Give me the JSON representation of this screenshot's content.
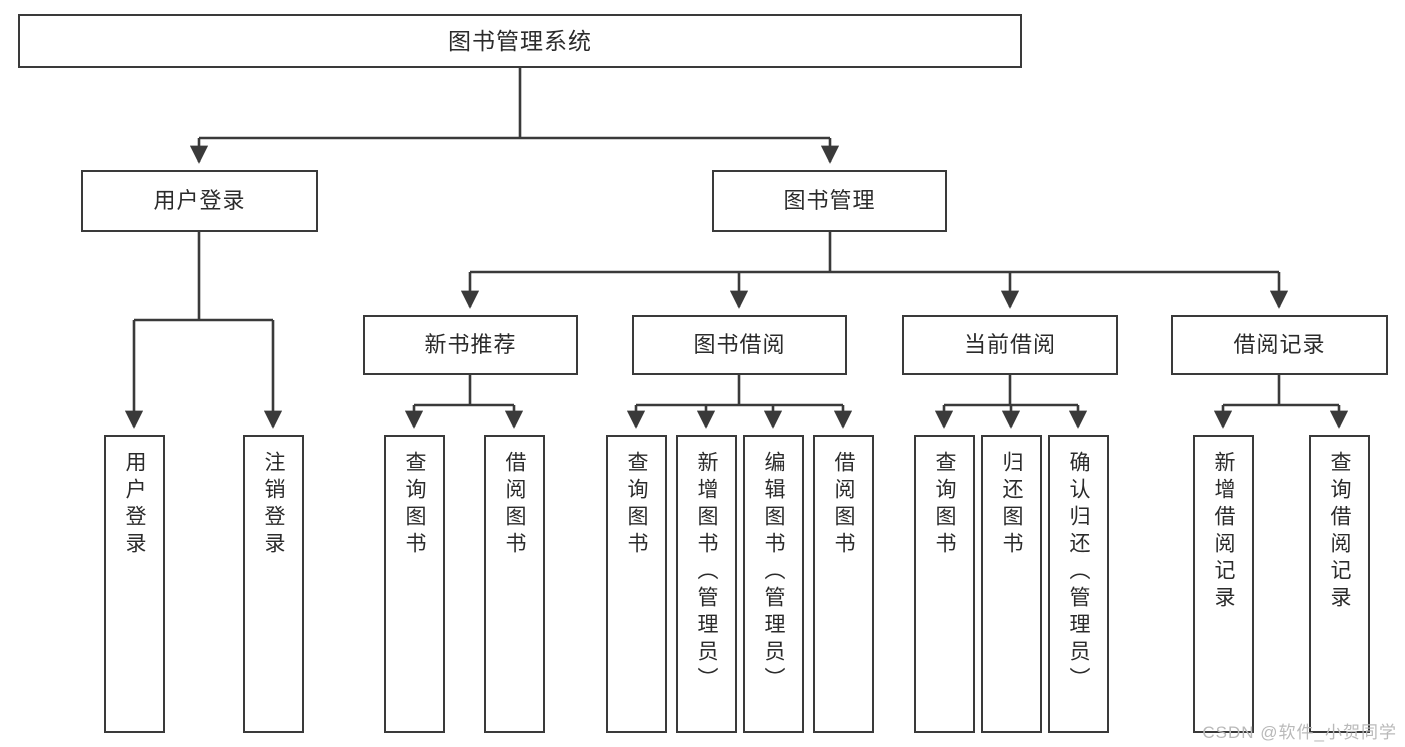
{
  "diagram": {
    "title": "图书管理系统",
    "type": "hierarchy-tree",
    "root": {
      "label": "图书管理系统"
    },
    "level2": [
      {
        "label": "用户登录"
      },
      {
        "label": "图书管理"
      }
    ],
    "level3": [
      {
        "label": "新书推荐"
      },
      {
        "label": "图书借阅"
      },
      {
        "label": "当前借阅"
      },
      {
        "label": "借阅记录"
      }
    ],
    "leaves": {
      "user_login": [
        {
          "label": "用户登录"
        },
        {
          "label": "注销登录"
        }
      ],
      "new_book_recommend": [
        {
          "label": "查询图书"
        },
        {
          "label": "借阅图书"
        }
      ],
      "book_borrow": [
        {
          "label": "查询图书"
        },
        {
          "label": "新增图书（管理员）"
        },
        {
          "label": "编辑图书（管理员）"
        },
        {
          "label": "借阅图书"
        }
      ],
      "current_borrow": [
        {
          "label": "查询图书"
        },
        {
          "label": "归还图书"
        },
        {
          "label": "确认归还（管理员）"
        }
      ],
      "borrow_record": [
        {
          "label": "新增借阅记录"
        },
        {
          "label": "查询借阅记录"
        }
      ]
    }
  },
  "watermark": {
    "text": "CSDN @软件_小贺同学"
  },
  "colors": {
    "border": "#3a3a3a",
    "text": "#2b2b2b",
    "background": "#ffffff",
    "watermark": "#b9b9b9"
  }
}
